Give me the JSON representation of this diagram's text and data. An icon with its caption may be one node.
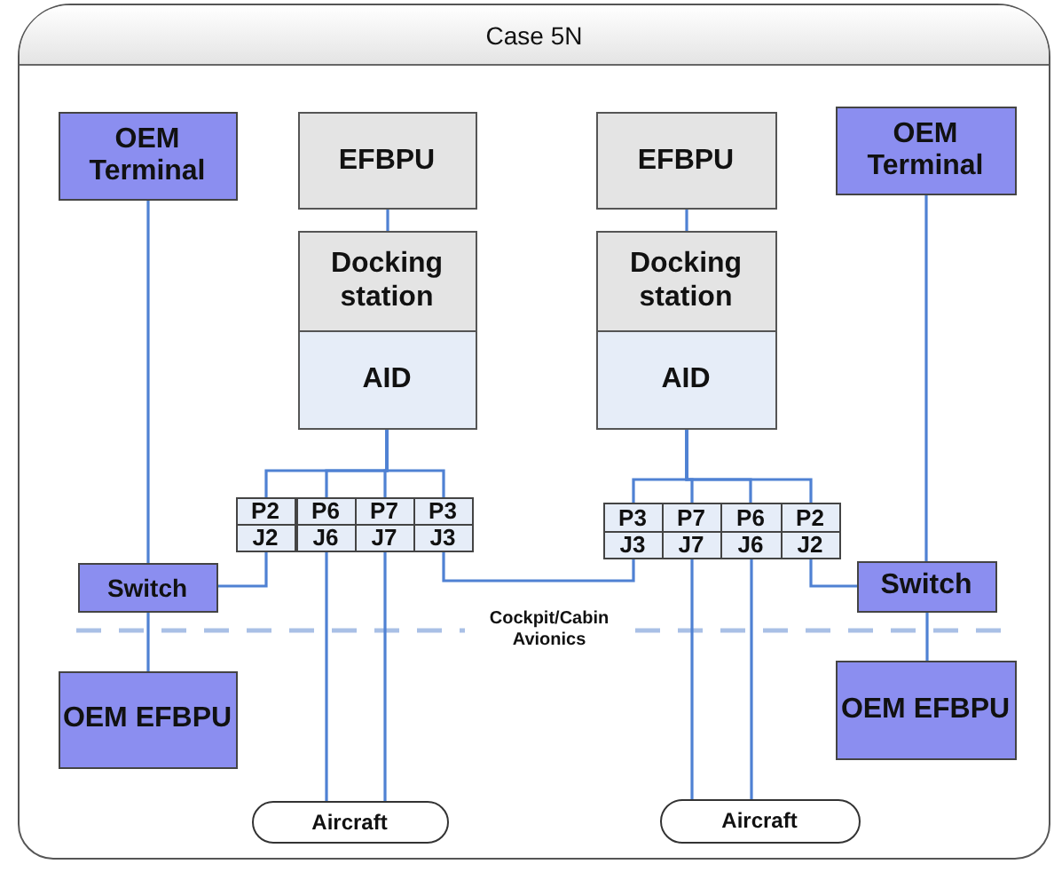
{
  "diagram": {
    "nodes": [
      {
        "text": [
          "Case 5N"
        ]
      },
      {
        "text": [
          "OEM Terminal"
        ],
        "in": 0
      },
      {
        "text": [
          "EFBPU"
        ],
        "in": 0
      },
      {
        "text": [
          "EFBPU"
        ],
        "in": 0
      },
      {
        "text": [
          "OEM Terminal"
        ],
        "in": 0
      },
      {
        "text": [
          "Docking station"
        ],
        "in": 0
      },
      {
        "text": [
          "Docking station"
        ],
        "in": 0
      },
      {
        "text": [
          "AID"
        ],
        "in": 0
      },
      {
        "text": [
          "AID"
        ],
        "in": 0
      },
      {
        "text": [
          "P2"
        ],
        "in": 0
      },
      {
        "text": [
          "P6"
        ],
        "in": 0
      },
      {
        "text": [
          "P7"
        ],
        "in": 0
      },
      {
        "text": [
          "P3"
        ],
        "in": 0
      },
      {
        "text": [
          "J2"
        ],
        "in": 0
      },
      {
        "text": [
          "J6"
        ],
        "in": 0
      },
      {
        "text": [
          "J7"
        ],
        "in": 0
      },
      {
        "text": [
          "J3"
        ],
        "in": 0
      },
      {
        "text": [
          "P3"
        ],
        "in": 0
      },
      {
        "text": [
          "P7"
        ],
        "in": 0
      },
      {
        "text": [
          "P6"
        ],
        "in": 0
      },
      {
        "text": [
          "P2"
        ],
        "in": 0
      },
      {
        "text": [
          "J3"
        ],
        "in": 0
      },
      {
        "text": [
          "J7"
        ],
        "in": 0
      },
      {
        "text": [
          "J6"
        ],
        "in": 0
      },
      {
        "text": [
          "J2"
        ],
        "in": 0
      },
      {
        "text": [
          "Switch"
        ],
        "in": 0
      },
      {
        "text": [
          "Switch"
        ],
        "in": 0
      },
      {
        "text": [
          "OEM EFBPU"
        ],
        "in": 0
      },
      {
        "text": [
          "OEM EFBPU"
        ],
        "in": 0
      },
      {
        "text": [
          "Aircraft"
        ],
        "in": 0
      },
      {
        "text": [
          "Aircraft"
        ],
        "in": 0
      }
    ],
    "edges": [
      {
        "from": 2,
        "to": 5,
        "arrow": "none"
      },
      {
        "from": 7,
        "to": 9,
        "arrow": "none"
      },
      {
        "from": 7,
        "to": 10,
        "arrow": "none"
      },
      {
        "from": 7,
        "to": 11,
        "arrow": "none"
      },
      {
        "from": 7,
        "to": 12,
        "arrow": "none"
      },
      {
        "from": 1,
        "to": 25,
        "arrow": "none"
      },
      {
        "from": 13,
        "to": 25,
        "arrow": "none"
      },
      {
        "from": 25,
        "to": 27,
        "arrow": "none"
      },
      {
        "from": 14,
        "to": 29,
        "arrow": "none"
      },
      {
        "from": 15,
        "to": 29,
        "arrow": "none"
      },
      {
        "from": 16,
        "to": 21,
        "arrow": "none"
      },
      {
        "from": 3,
        "to": 6,
        "arrow": "none"
      },
      {
        "from": 8,
        "to": 17,
        "arrow": "none"
      },
      {
        "from": 8,
        "to": 18,
        "arrow": "none"
      },
      {
        "from": 8,
        "to": 19,
        "arrow": "none"
      },
      {
        "from": 8,
        "to": 20,
        "arrow": "none"
      },
      {
        "from": 24,
        "to": 26,
        "arrow": "none"
      },
      {
        "from": 4,
        "to": 26,
        "arrow": "none"
      },
      {
        "from": 26,
        "to": 28,
        "arrow": "none"
      },
      {
        "from": 22,
        "to": 30,
        "arrow": "none"
      },
      {
        "from": 23,
        "to": 30,
        "arrow": "none"
      }
    ],
    "labels": [
      "Cockpit/Cabin Avionics"
    ]
  }
}
